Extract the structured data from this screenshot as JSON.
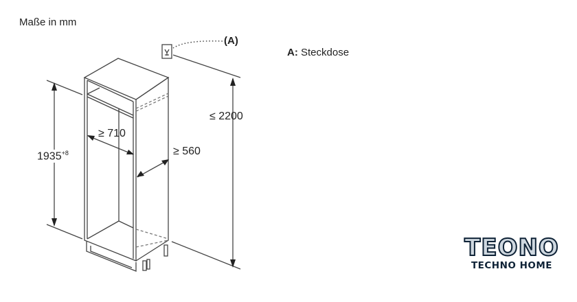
{
  "title": "Maße in mm",
  "legend": {
    "key": "A:",
    "text": "Steckdose"
  },
  "callout": "(A)",
  "dimensions": {
    "height_niche": "1935",
    "height_tolerance": "+8",
    "width": "≥ 710",
    "depth": "≥ 560",
    "max_height": "≤ 2200"
  },
  "logo": {
    "main": "TEONO",
    "sub": "TECHNO HOME"
  }
}
